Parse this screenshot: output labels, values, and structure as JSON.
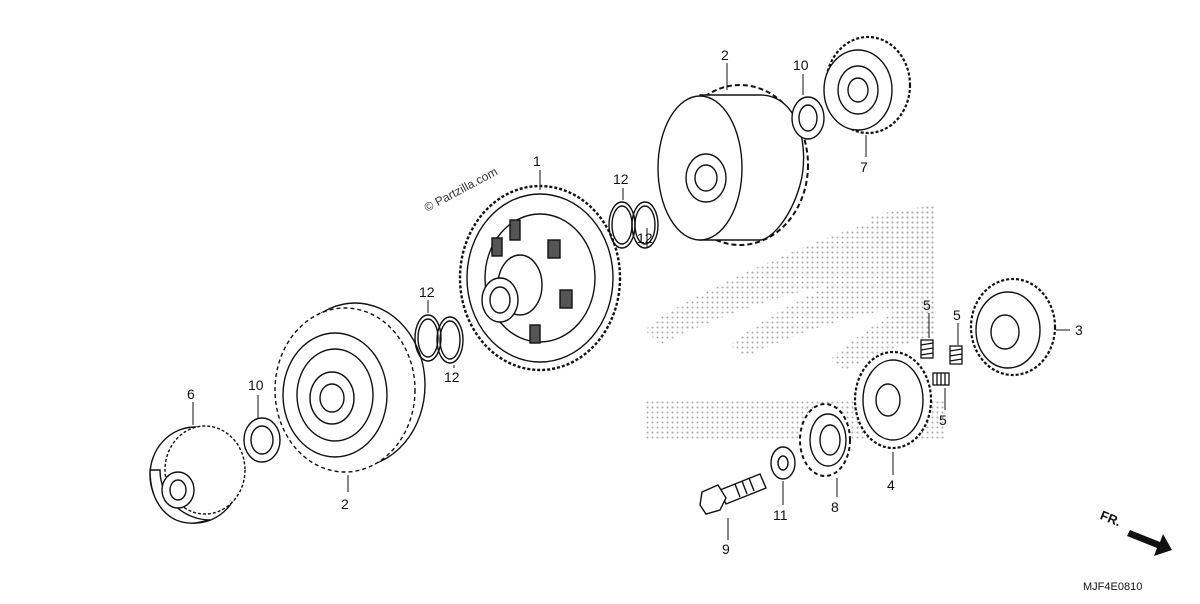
{
  "watermark": "© Partzilla.com",
  "diagram_code": "MJF4E0810",
  "direction_label": "FR.",
  "parts": [
    {
      "id": "1",
      "label": "1"
    },
    {
      "id": "2a",
      "label": "2"
    },
    {
      "id": "2b",
      "label": "2"
    },
    {
      "id": "3",
      "label": "3"
    },
    {
      "id": "4",
      "label": "4"
    },
    {
      "id": "5a",
      "label": "5"
    },
    {
      "id": "5b",
      "label": "5"
    },
    {
      "id": "5c",
      "label": "5"
    },
    {
      "id": "6",
      "label": "6"
    },
    {
      "id": "7",
      "label": "7"
    },
    {
      "id": "8",
      "label": "8"
    },
    {
      "id": "9",
      "label": "9"
    },
    {
      "id": "10a",
      "label": "10"
    },
    {
      "id": "10b",
      "label": "10"
    },
    {
      "id": "11",
      "label": "11"
    },
    {
      "id": "12a",
      "label": "12"
    },
    {
      "id": "12b",
      "label": "12"
    },
    {
      "id": "12c",
      "label": "12"
    },
    {
      "id": "12d",
      "label": "12"
    }
  ],
  "colors": {
    "line": "#111111",
    "halftone": "#9a9a9a",
    "background": "#ffffff"
  }
}
